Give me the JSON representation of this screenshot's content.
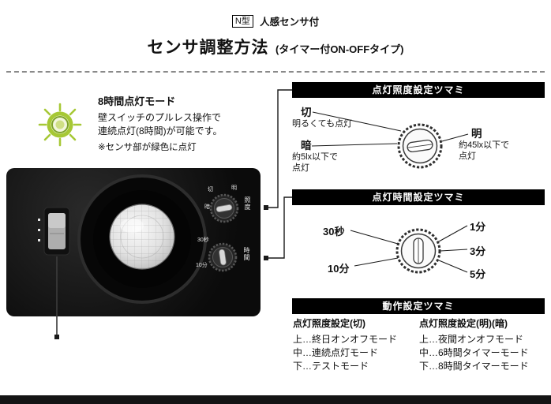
{
  "header": {
    "type_badge": "N型",
    "type_label": "人感センサ付",
    "title": "センサ調整方法",
    "subtitle": "(タイマー付ON-OFFタイプ)"
  },
  "led_note": {
    "heading": "8時間点灯モード",
    "body1": "壁スイッチのプルレス操作で",
    "body2": "連続点灯(8時間)が可能です。",
    "note": "※センサ部が緑色に点灯"
  },
  "device": {
    "dial_illuminance_label": "照度",
    "dial_time_label": "時間",
    "mark_off": "切",
    "mark_bright": "明",
    "mark_dark": "暗",
    "mark_30s": "30秒",
    "mark_10m": "10分"
  },
  "illuminance_section": {
    "title": "点灯照度設定ツマミ",
    "off_label": "切",
    "off_desc": "明るくても点灯",
    "dark_label": "暗",
    "dark_desc1": "約5lx以下で",
    "dark_desc2": "点灯",
    "bright_label": "明",
    "bright_desc1": "約45lx以下で",
    "bright_desc2": "点灯"
  },
  "time_section": {
    "title": "点灯時間設定ツマミ",
    "label_30s": "30秒",
    "label_10m": "10分",
    "label_1m": "1分",
    "label_3m": "3分",
    "label_5m": "5分"
  },
  "operation_section": {
    "title": "動作設定ツマミ",
    "col1": {
      "heading": "点灯照度設定(切)",
      "rows": [
        "上…終日オンオフモード",
        "中…連続点灯モード",
        "下…テストモード"
      ]
    },
    "col2": {
      "heading": "点灯照度設定(明)(暗)",
      "rows": [
        "上…夜間オンオフモード",
        "中…6時間タイマーモード",
        "下…8時間タイマーモード"
      ]
    }
  },
  "colors": {
    "led_green": "#a6c835",
    "header_bg": "#000000"
  }
}
